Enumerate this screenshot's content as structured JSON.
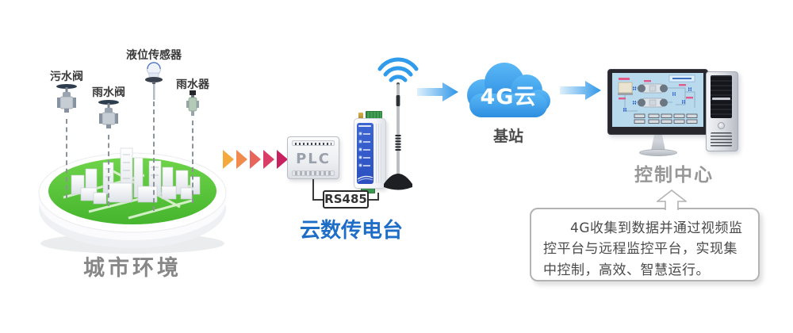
{
  "city": {
    "label": "城市环境",
    "sensors": [
      {
        "label": "污水阀"
      },
      {
        "label": "雨水阀"
      },
      {
        "label": "液位传感器"
      },
      {
        "label": "雨水器"
      }
    ]
  },
  "gateway": {
    "plc_label": "PLC",
    "bus_label": "RS485",
    "device_label": "云数传电台"
  },
  "network": {
    "cloud_label": "4G云",
    "station_label": "基站"
  },
  "control": {
    "label": "控制中心",
    "callout_text": "4G收集到数据并通过视频监控平台与远程监控平台，实现集中控制，高效、智慧运行。"
  },
  "colors": {
    "accent_blue": "#2E96E8",
    "cloud_blue": "#3FA3EC",
    "brand_text_blue": "#1E6EC8",
    "platform_green": "#4FBE35",
    "label_gray": "#878787",
    "callout_border": "#B3B3B3",
    "chevron_gradient": [
      "#F5A83C",
      "#F08A4D",
      "#E8655C",
      "#DA3E66",
      "#C8215F"
    ]
  },
  "icons": {
    "wifi": "wifi-signal-icon",
    "antenna": "antenna-icon",
    "cloud": "cloud-icon",
    "arrows": "arrow-right-icon"
  }
}
